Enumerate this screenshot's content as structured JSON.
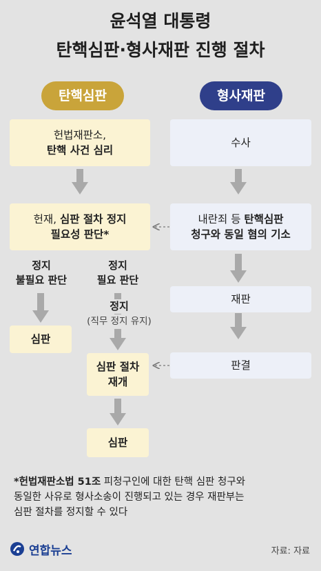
{
  "title": {
    "line1": "윤석열 대통령",
    "line2": "탄핵심판·형사재판 진행 절차"
  },
  "left": {
    "header": "탄핵심판",
    "box1": {
      "line1": "헌법재판소,",
      "line2": "탄핵 사건 심리"
    },
    "box2": {
      "line1_normal": "헌재, ",
      "line1_bold": "심판 절차 정지",
      "line2_bold": "필요성 판단*"
    },
    "branch_left": {
      "line1": "정지",
      "line2": "불필요 판단"
    },
    "branch_right": {
      "line1": "정지",
      "line2": "필요 판단"
    },
    "branch_left_result": "심판",
    "stop_label": "정지",
    "stop_sub": "(직무 정지 유지)",
    "resume": {
      "line1": "심판 절차",
      "line2": "재개"
    },
    "final": "심판"
  },
  "right": {
    "header": "형사재판",
    "box1": "수사",
    "box2": {
      "line1_normal": "내란죄 등 ",
      "line1_bold": "탄핵심판",
      "line2_bold": "청구와 동일 혐의 기소"
    },
    "box3": "재판",
    "box4": "판결"
  },
  "note": {
    "bold": "*헌법재판소법 51조",
    "text1": " 피청구인에 대한 탄핵 심판 청구와",
    "line2": "동일한 사유로 형사소송이 진행되고 있는 경우 재판부는",
    "line3": "심판 절차를 정지할 수 있다"
  },
  "footer": {
    "logo": "연합뉴스",
    "logo_icon": "yonhap-logo-icon",
    "source": "자료: 자료"
  },
  "colors": {
    "gold": "#c9a43a",
    "navy": "#2f3f8a",
    "gold_box": "#fbf3d3",
    "blue_box": "#edf0f8",
    "arrow": "#a9a9a9"
  }
}
